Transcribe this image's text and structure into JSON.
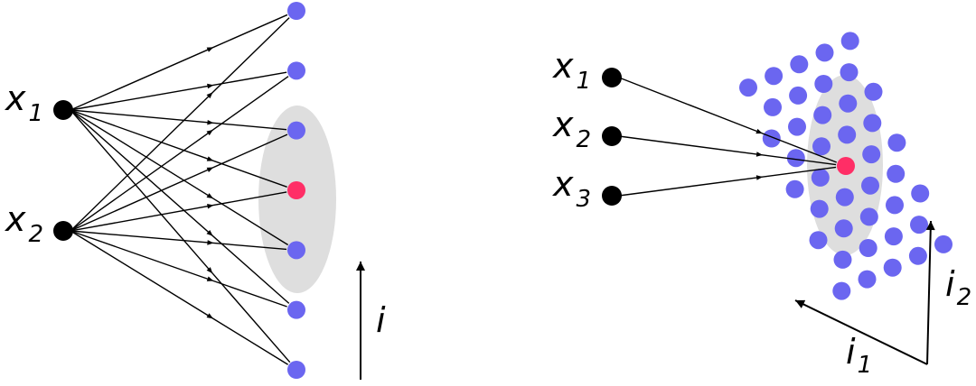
{
  "colors": {
    "input_node": "#000000",
    "output_node": "#6b66f0",
    "highlight_node": "#ff2e66",
    "field_ellipse": "#dedede",
    "edge": "#000000"
  },
  "left_diagram": {
    "inputs": [
      {
        "base": "x",
        "sub": "1"
      },
      {
        "base": "x",
        "sub": "2"
      }
    ],
    "output_count": 7,
    "highlight_index": 3,
    "axis_label": "i"
  },
  "right_diagram": {
    "inputs": [
      {
        "base": "x",
        "sub": "1"
      },
      {
        "base": "x",
        "sub": "2"
      },
      {
        "base": "x",
        "sub": "3"
      }
    ],
    "axis1": {
      "base": "i",
      "sub": "1"
    },
    "axis2": {
      "base": "i",
      "sub": "2"
    }
  }
}
